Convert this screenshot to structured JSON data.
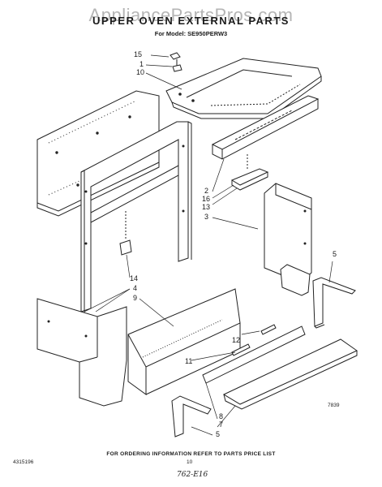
{
  "watermark": "AppliancePartsPros.com",
  "title": "UPPER OVEN EXTERNAL PARTS",
  "model": "For Model: SE950PERW3",
  "callouts": {
    "c15": "15",
    "c1": "1",
    "c10": "10",
    "c2": "2",
    "c16": "16",
    "c13": "13",
    "c3": "3",
    "c5a": "5",
    "c14": "14",
    "c4": "4",
    "c9": "9",
    "c12": "12",
    "c11": "11",
    "c8": "8",
    "c7": "7",
    "c5b": "5"
  },
  "figure_number": "7839",
  "footer": {
    "ordering_note": "FOR ORDERING INFORMATION REFER TO PARTS PRICE LIST",
    "part_number": "4315196",
    "page_number": "10",
    "handwritten": "762-E16"
  }
}
